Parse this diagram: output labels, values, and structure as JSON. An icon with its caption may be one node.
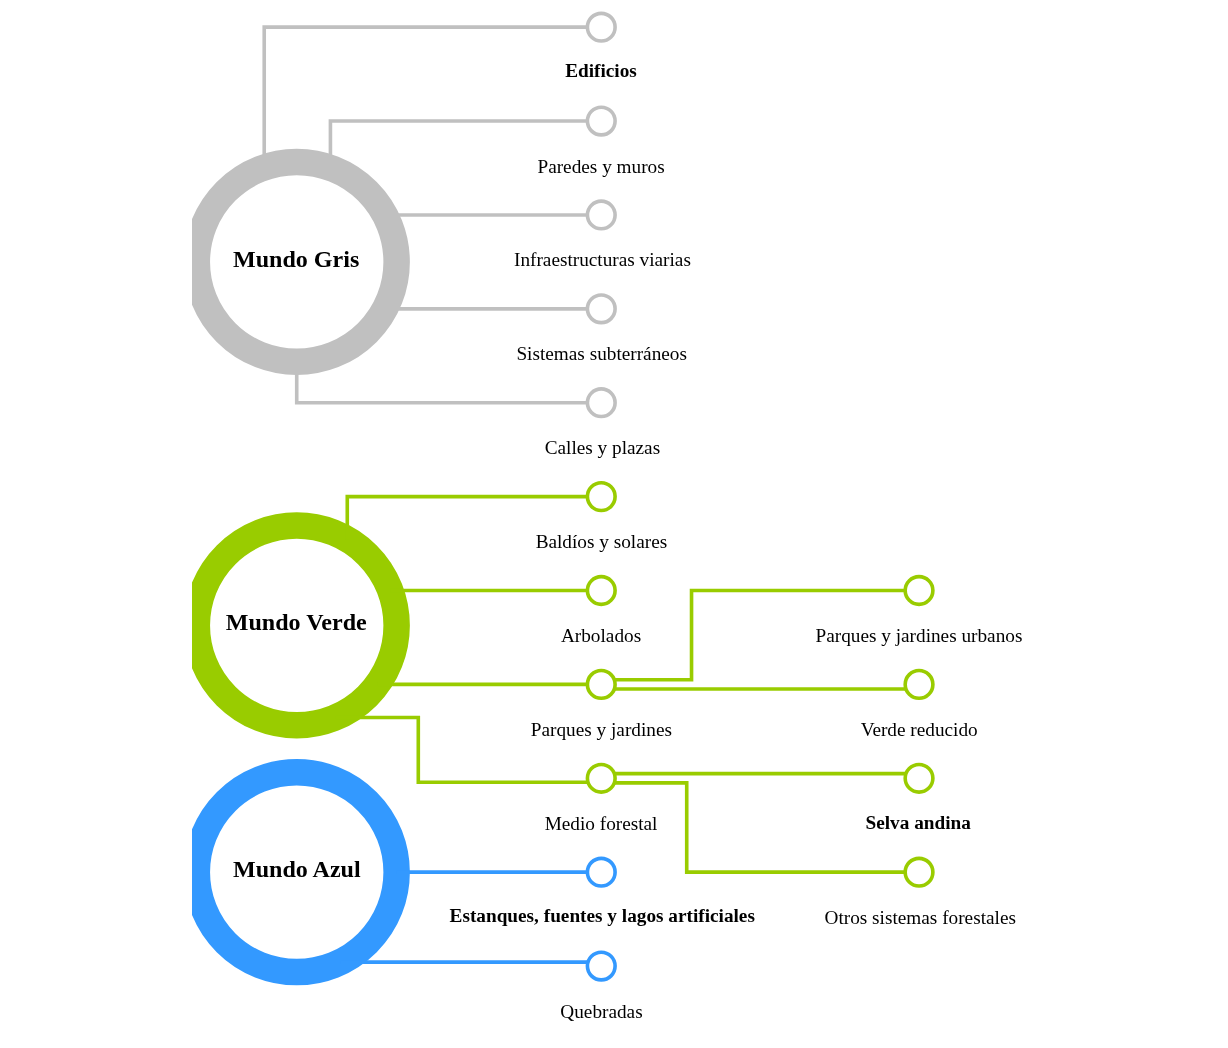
{
  "diagram": {
    "nodes": [
      {
        "text": [
          "Mundo Gris"
        ]
      },
      {
        "text": [],
        "shape": "circle",
        "beside": [
          "Edificios"
        ]
      },
      {
        "text": [],
        "shape": "circle",
        "beside": [
          "Paredes y muros"
        ]
      },
      {
        "text": [],
        "shape": "circle",
        "beside": [
          "Infraestructuras viarias"
        ]
      },
      {
        "text": [],
        "shape": "circle",
        "beside": [
          "Sistemas subterráneos"
        ]
      },
      {
        "text": [],
        "shape": "circle",
        "beside": [
          "Calles y plazas"
        ]
      },
      {
        "text": [
          "Mundo Verde"
        ]
      },
      {
        "text": [],
        "shape": "circle",
        "beside": [
          "Baldíos y solares"
        ]
      },
      {
        "text": [],
        "shape": "circle",
        "beside": [
          "Arbolados"
        ]
      },
      {
        "text": [],
        "shape": "circle",
        "beside": [
          "Parques y jardines"
        ]
      },
      {
        "text": [],
        "shape": "circle",
        "beside": [
          "Parques y jardines urbanos"
        ]
      },
      {
        "text": [],
        "shape": "circle",
        "beside": [
          "Verde reducido"
        ]
      },
      {
        "text": [],
        "shape": "circle",
        "beside": [
          "Medio forestal"
        ]
      },
      {
        "text": [],
        "shape": "circle",
        "beside": [
          "Selva andina"
        ]
      },
      {
        "text": [],
        "shape": "circle",
        "beside": [
          "Otros sistemas forestales"
        ]
      },
      {
        "text": [
          "Mundo Azul"
        ]
      },
      {
        "text": [],
        "shape": "circle",
        "beside": [
          "Estanques, fuentes y lagos artificiales"
        ]
      },
      {
        "text": [],
        "shape": "circle",
        "beside": [
          "Quebradas"
        ]
      }
    ],
    "edges": [
      {
        "from": 0,
        "to": 1,
        "arrow": "none",
        "color": "#c0c0c0"
      },
      {
        "from": 0,
        "to": 2,
        "arrow": "none",
        "color": "#c0c0c0"
      },
      {
        "from": 0,
        "to": 3,
        "arrow": "none",
        "color": "#c0c0c0"
      },
      {
        "from": 0,
        "to": 4,
        "arrow": "none",
        "color": "#c0c0c0"
      },
      {
        "from": 0,
        "to": 5,
        "arrow": "none",
        "color": "#c0c0c0"
      },
      {
        "from": 6,
        "to": 7,
        "arrow": "none"
      },
      {
        "from": 6,
        "to": 8,
        "arrow": "none"
      },
      {
        "from": 6,
        "to": 9,
        "arrow": "none"
      },
      {
        "from": 9,
        "to": 10,
        "arrow": "none"
      },
      {
        "from": 9,
        "to": 11,
        "arrow": "none"
      },
      {
        "from": 6,
        "to": 12,
        "arrow": "none"
      },
      {
        "from": 12,
        "to": 13,
        "arrow": "none"
      },
      {
        "from": 12,
        "to": 14,
        "arrow": "none"
      },
      {
        "from": 15,
        "to": 16,
        "arrow": "none",
        "color": "#3399ff"
      },
      {
        "from": 15,
        "to": 17,
        "arrow": "none",
        "color": "#3399ff"
      }
    ]
  }
}
